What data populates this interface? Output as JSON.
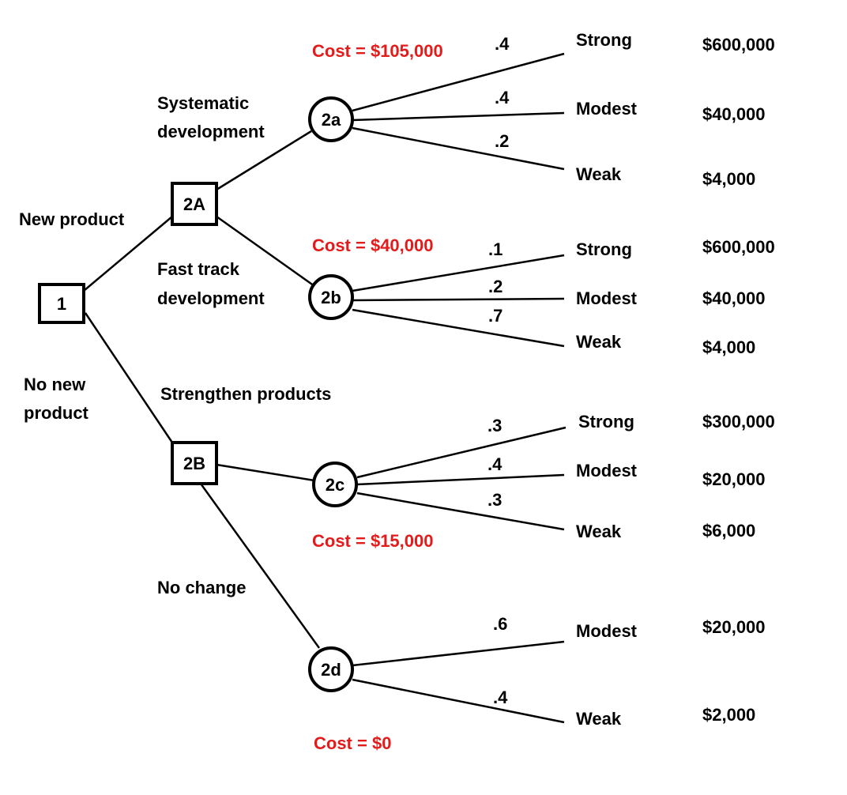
{
  "nodes": {
    "n1": {
      "label": "1",
      "kind": "decision"
    },
    "n2A": {
      "label": "2A",
      "kind": "decision"
    },
    "n2B": {
      "label": "2B",
      "kind": "decision"
    },
    "n2a": {
      "label": "2a",
      "kind": "chance"
    },
    "n2b": {
      "label": "2b",
      "kind": "chance"
    },
    "n2c": {
      "label": "2c",
      "kind": "chance"
    },
    "n2d": {
      "label": "2d",
      "kind": "chance"
    }
  },
  "branch_labels": {
    "new_product": "New product",
    "no_new_product_1": "No new",
    "no_new_product_2": "product",
    "systematic_1": "Systematic",
    "systematic_2": "development",
    "fast_track_1": "Fast track",
    "fast_track_2": "development",
    "strengthen": "Strengthen products",
    "no_change": "No change"
  },
  "costs": {
    "a": "Cost = $105,000",
    "b": "Cost = $40,000",
    "c": "Cost = $15,000",
    "d": "Cost = $0"
  },
  "outcomes": {
    "a": [
      {
        "prob": ".4",
        "outcome": "Strong",
        "payoff": "$600,000"
      },
      {
        "prob": ".4",
        "outcome": "Modest",
        "payoff": "$40,000"
      },
      {
        "prob": ".2",
        "outcome": "Weak",
        "payoff": "$4,000"
      }
    ],
    "b": [
      {
        "prob": ".1",
        "outcome": "Strong",
        "payoff": "$600,000"
      },
      {
        "prob": ".2",
        "outcome": "Modest",
        "payoff": "$40,000"
      },
      {
        "prob": ".7",
        "outcome": "Weak",
        "payoff": "$4,000"
      }
    ],
    "c": [
      {
        "prob": ".3",
        "outcome": "Strong",
        "payoff": "$300,000"
      },
      {
        "prob": ".4",
        "outcome": "Modest",
        "payoff": "$20,000"
      },
      {
        "prob": ".3",
        "outcome": "Weak",
        "payoff": "$6,000"
      }
    ],
    "d": [
      {
        "prob": ".6",
        "outcome": "Modest",
        "payoff": "$20,000"
      },
      {
        "prob": ".4",
        "outcome": "Weak",
        "payoff": "$2,000"
      }
    ]
  }
}
